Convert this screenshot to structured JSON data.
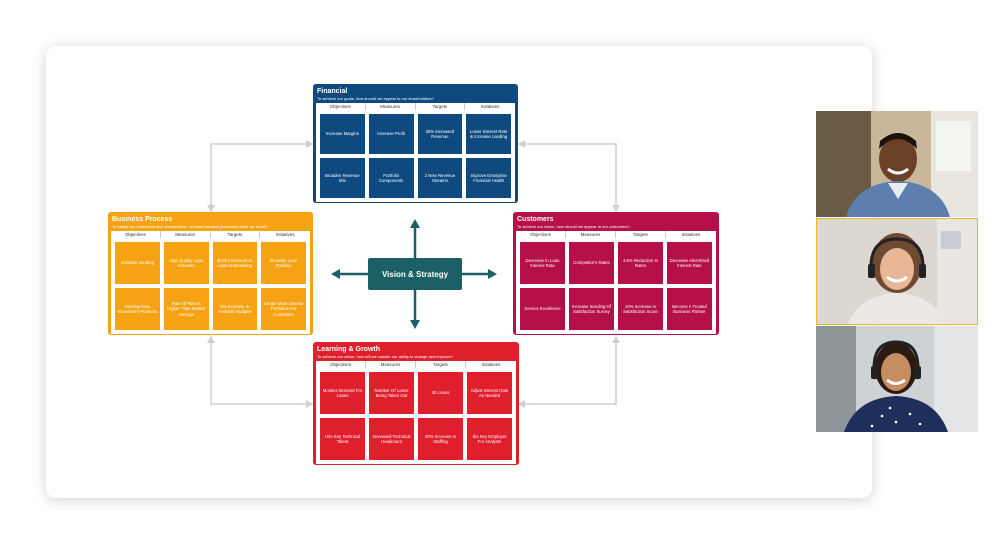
{
  "center_label": "Vision & Strategy",
  "colors": {
    "financial": "#0e4a7f",
    "business": "#f5a313",
    "customers": "#b51148",
    "learning": "#e01f2d",
    "center": "#1c5f64",
    "connector": "#cfcfcf",
    "arrow": "#1c5f64"
  },
  "financial": {
    "title": "Financial",
    "subtitle": "To achieve our goals, how should we appear to our shareholders?",
    "headers": [
      "Objectives",
      "Measures",
      "Targets",
      "Initiatives"
    ],
    "cells": [
      "Increase Margins",
      "Increase Profit",
      "30% Increased Revenue",
      "Lower Interest Rate & Increase Landing",
      "Broaden Revenue Mix",
      "Portfolio Components",
      "2 New Revenue Streams",
      "Improve Enterprise Financial Health"
    ]
  },
  "business": {
    "title": "Business Process",
    "subtitle": "To satisfy our customers and shareholders, at what business processes must we excel?",
    "headers": [
      "Objectives",
      "Measures",
      "Targets",
      "Initiatives"
    ],
    "cells": [
      "Increase Lending",
      "High Quality Loan Amounts",
      "$10k Increment In Loan Underwriting",
      "Broaden Loan Portfolio",
      "Develop New Investment Products",
      "Rate Of Return Higher Than Market Average",
      "5% Increase In Analysts' Budgets",
      "Create More Diverse Portfolios For Customers"
    ]
  },
  "customers": {
    "title": "Customers",
    "subtitle": "To achieve our vision, how should we appear to our customers?",
    "headers": [
      "Objectives",
      "Measures",
      "Targets",
      "Initiatives"
    ],
    "cells": [
      "Decrease In Loan Interest Rate",
      "Competitor's Rates",
      "4.5% Reduction In Rates",
      "Decrease Advertised Interest Rate",
      "Service Excellence",
      "Increase Sending Of Satisfaction Survey",
      "10% Increase In Satisfaction Score",
      "Become A Trusted Business Partner"
    ]
  },
  "learning": {
    "title": "Learning & Growth",
    "subtitle": "To achieve our vision, how will we sustain our ability to change and improve?",
    "headers": [
      "Objectives",
      "Measures",
      "Targets",
      "Initiatives"
    ],
    "cells": [
      "Monitor Demand For Loans",
      "Number Of Loans Being Taken Out",
      "40 Loans",
      "Adjust Interest Rate As Needed",
      "Hire Key Technical Talent",
      "Increased Technical Headcount",
      "20% Increase In Staffing",
      "Six Key Employer For Analysts"
    ]
  },
  "videos": [
    {
      "person": "man-smiling"
    },
    {
      "person": "woman-headset-active"
    },
    {
      "person": "woman-headset"
    }
  ]
}
